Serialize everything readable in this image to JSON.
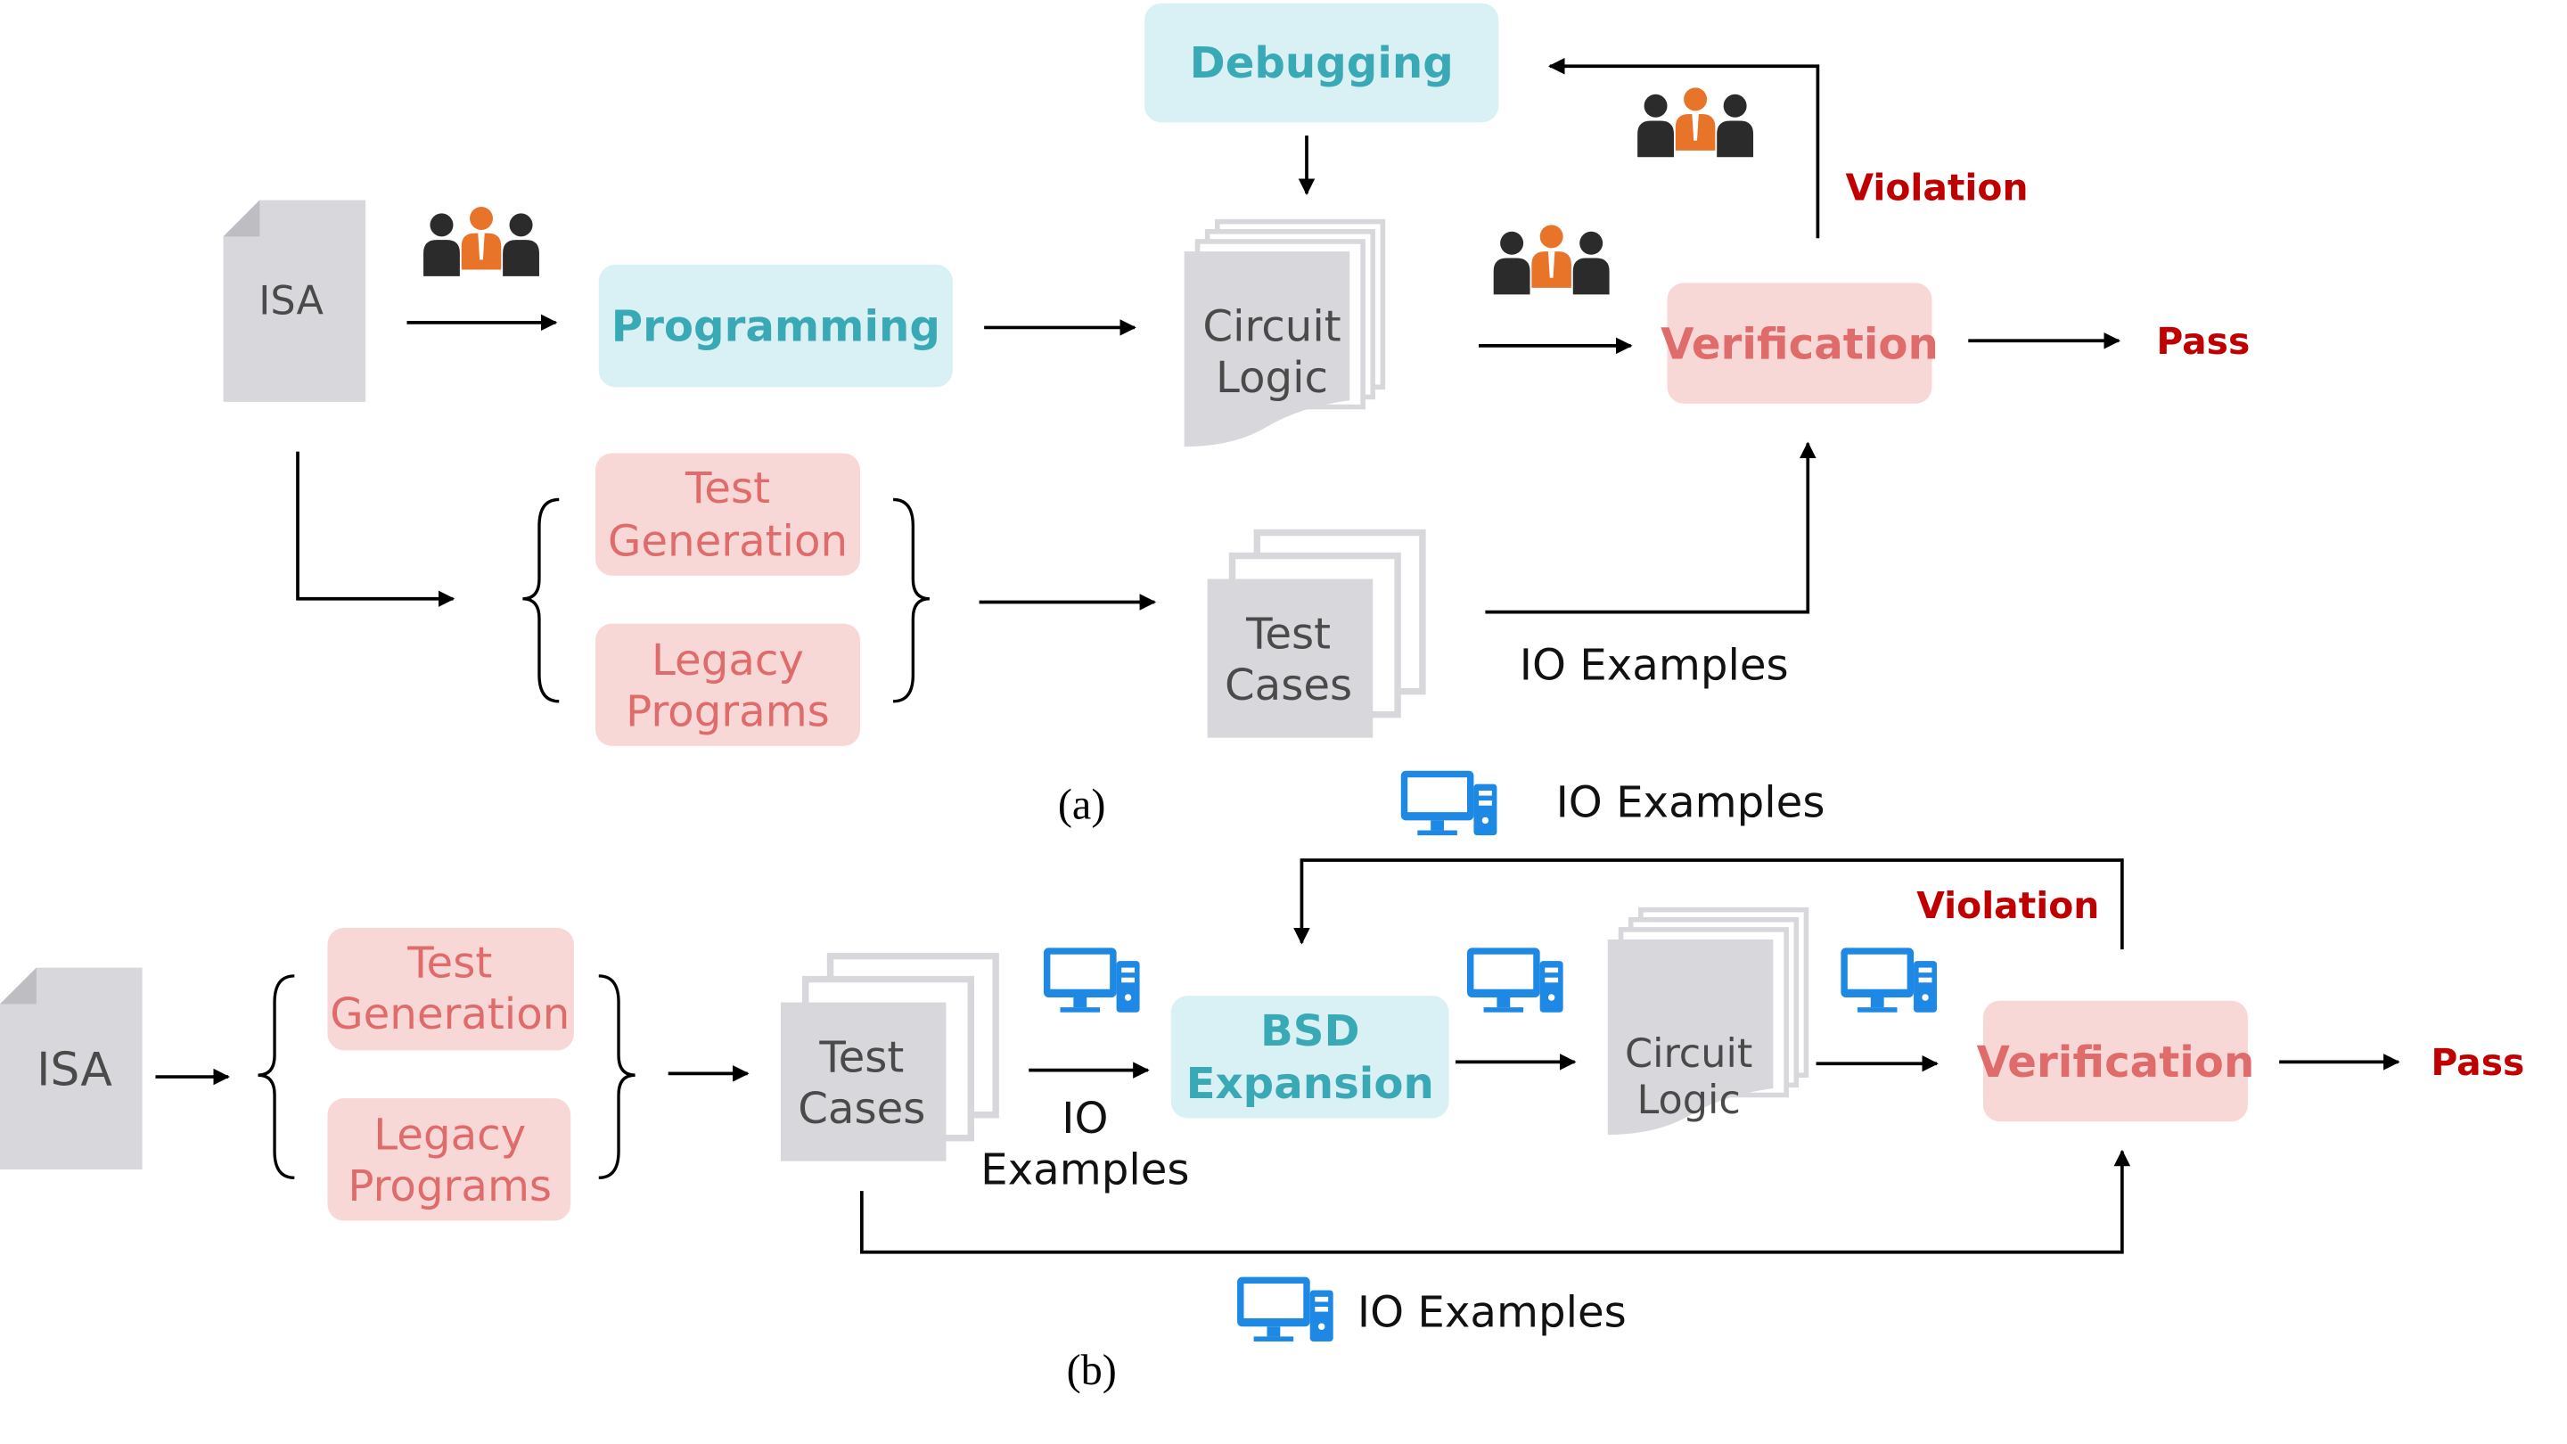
{
  "diagram_a": {
    "isa": "ISA",
    "programming": "Programming",
    "debugging": "Debugging",
    "circuit_logic_1": "Circuit",
    "circuit_logic_2": "Logic",
    "verification": "Verification",
    "violation": "Violation",
    "pass": "Pass",
    "test_generation_1": "Test",
    "test_generation_2": "Generation",
    "legacy_programs_1": "Legacy",
    "legacy_programs_2": "Programs",
    "test_cases_1": "Test",
    "test_cases_2": "Cases",
    "io_examples": "IO Examples",
    "caption": "(a)"
  },
  "diagram_b": {
    "isa": "ISA",
    "test_generation_1": "Test",
    "test_generation_2": "Generation",
    "legacy_programs_1": "Legacy",
    "legacy_programs_2": "Programs",
    "test_cases_1": "Test",
    "test_cases_2": "Cases",
    "io_examples_mid_1": "IO",
    "io_examples_mid_2": "Examples",
    "bsd_1": "BSD",
    "bsd_2": "Expansion",
    "circuit_logic_1": "Circuit",
    "circuit_logic_2": "Logic",
    "verification": "Verification",
    "violation": "Violation",
    "pass": "Pass",
    "io_examples_top": "IO Examples",
    "io_examples_bottom": "IO Examples",
    "caption": "(b)"
  },
  "colors": {
    "cyan_box": "#d9f0f4",
    "cyan_text": "#3aa9b6",
    "pink_box": "#f8d7d7",
    "pink_text": "#e06b6b",
    "doc_gray": "#d8d8dc",
    "doc_text": "#4a4a4a",
    "red_label": "#c00000",
    "arrow": "#000000",
    "people_dark": "#2b2b2b",
    "people_orange": "#e8742a",
    "computer_blue": "#1e88e5"
  },
  "icons": [
    "document-icon",
    "people-team-icon",
    "computer-icon",
    "doc-stack-icon"
  ]
}
